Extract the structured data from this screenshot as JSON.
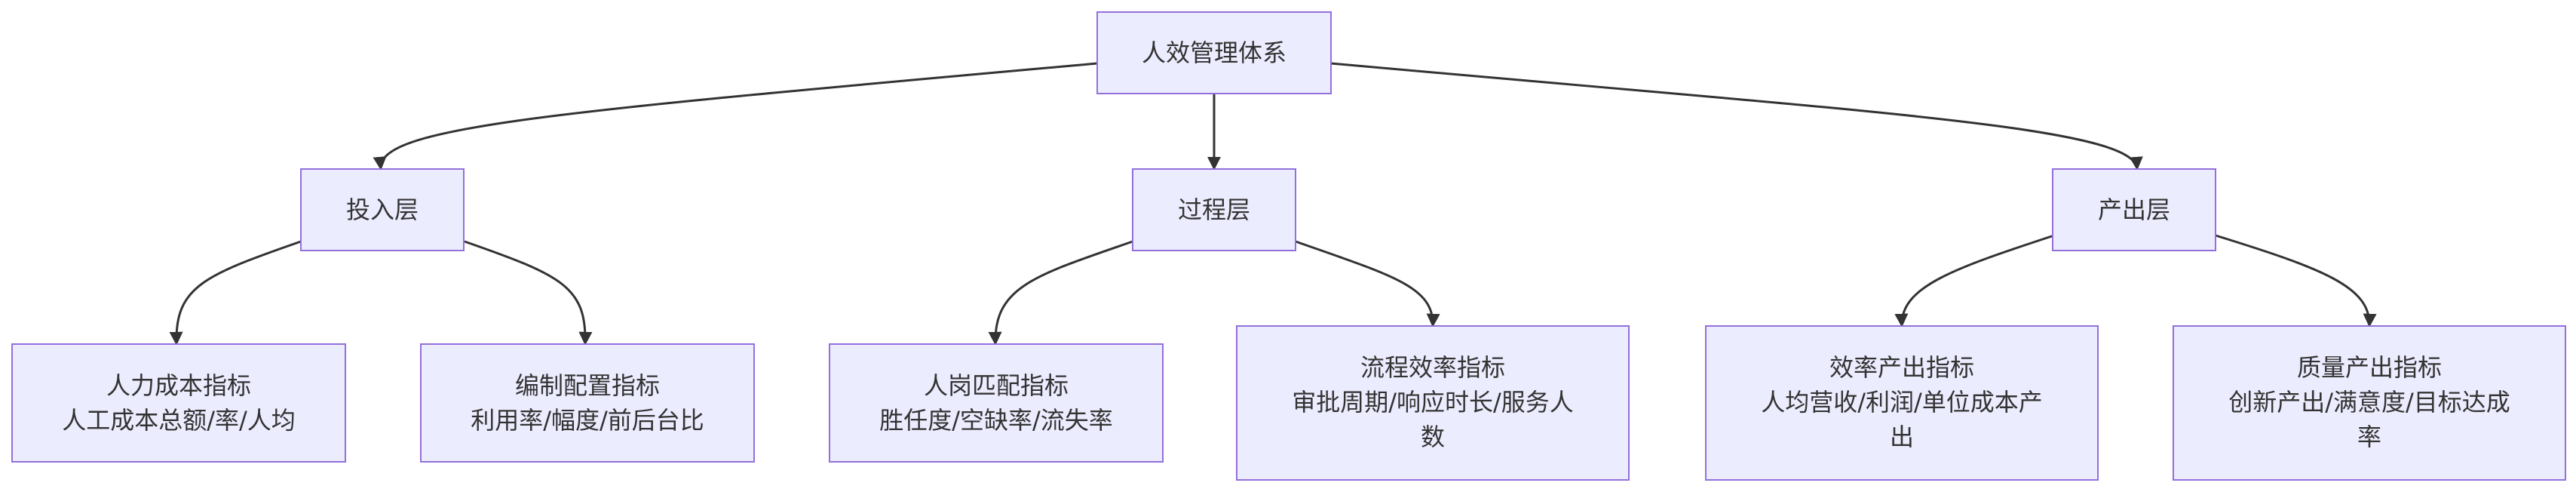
{
  "diagram": {
    "root": {
      "label": "人效管理体系"
    },
    "layers": [
      {
        "label": "投入层",
        "children": [
          {
            "lines": [
              "人力成本指标",
              "人工成本总额/率/人均"
            ]
          },
          {
            "lines": [
              "编制配置指标",
              "利用率/幅度/前后台比"
            ]
          }
        ]
      },
      {
        "label": "过程层",
        "children": [
          {
            "lines": [
              "人岗匹配指标",
              "胜任度/空缺率/流失率"
            ]
          },
          {
            "lines": [
              "流程效率指标",
              "审批周期/响应时长/服务人",
              "数"
            ]
          }
        ]
      },
      {
        "label": "产出层",
        "children": [
          {
            "lines": [
              "效率产出指标",
              "人均营收/利润/单位成本产",
              "出"
            ]
          },
          {
            "lines": [
              "质量产出指标",
              "创新产出/满意度/目标达成",
              "率"
            ]
          }
        ]
      }
    ],
    "colors": {
      "node_fill": "#ECECFF",
      "node_stroke": "#9370DB",
      "text": "#333333",
      "edge": "#333333"
    }
  }
}
